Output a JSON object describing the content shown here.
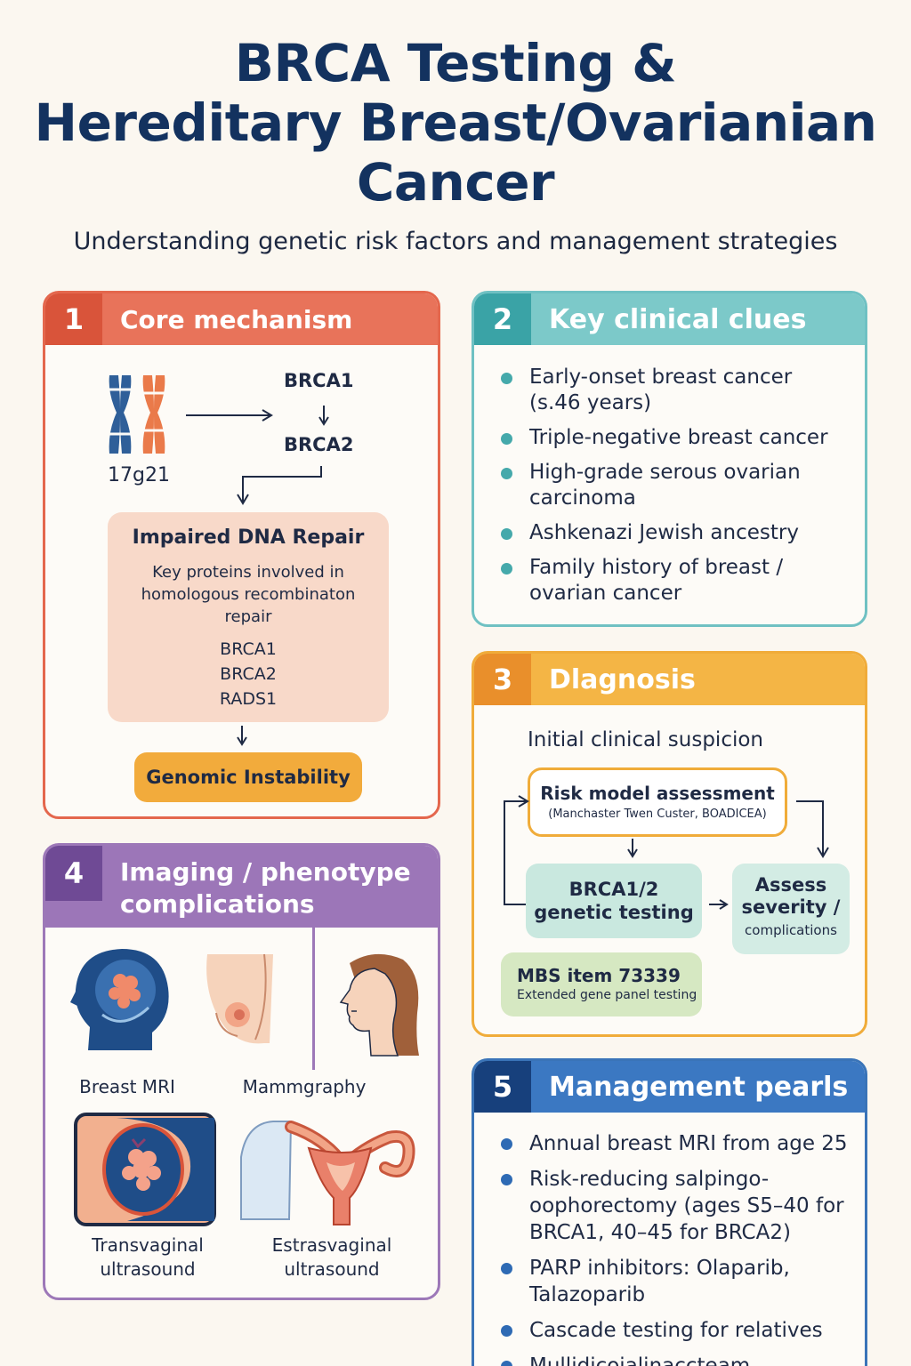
{
  "header": {
    "title_line1": "BRCA Testing &",
    "title_line2": "Hereditary Breast/Ovarianian",
    "title_line3": "Cancer",
    "subtitle": "Understanding genetic risk factors and management strategies"
  },
  "colors": {
    "mechanism": "#e8735a",
    "clues": "#7cc9c9",
    "diagnosis": "#f4b545",
    "imaging": "#9c76b8",
    "management": "#3b78c2",
    "title": "#13325f"
  },
  "mechanism": {
    "number": "1",
    "title": "Core mechanism",
    "icon": "chromosome-icon",
    "locus": "17g21",
    "gene1": "BRCA1",
    "gene2": "BRCA2",
    "repair_title": "Impaired DNA Repair",
    "repair_desc": "Key proteins involved in homologous recombinaton repair",
    "proteins": [
      "BRCA1",
      "BRCA2",
      "RADS1"
    ],
    "outcome": "Genomic Instability"
  },
  "clues": {
    "number": "2",
    "title": "Key clinical clues",
    "items": [
      "Early-onset breast cancer (s.46 years)",
      "Triple-negative breast cancer",
      "High-grade serous ovarian carcinoma",
      "Ashkenazi Jewish ancestry",
      "Family history of breast / ovarian cancer"
    ]
  },
  "diagnosis": {
    "number": "3",
    "title": "Dlagnosis",
    "suspicion": "Initial clinical suspicion",
    "risk_title": "Risk model assessment",
    "risk_sub": "(Manchaster  Twen Custer, BOADICEA)",
    "genetic_line1": "BRCA1/2",
    "genetic_line2": "genetic testing",
    "severity_title": "Assess severity /",
    "severity_sub": "complications",
    "mbs_title": "MBS item 73339",
    "mbs_sub": "Extended gene panel testing"
  },
  "imaging": {
    "number": "4",
    "title_line1": "Imaging / phenotype",
    "title_line2": "complications",
    "labels": {
      "mri": "Breast MRI",
      "mammo": "Mammgraphy",
      "tvus1": "Transvaginal ultrasound",
      "tvus2": "Estrasvaginal ultrasound"
    },
    "icons": [
      "head-mri-icon",
      "breast-icon",
      "face-profile-icon",
      "ultrasound-scan-icon",
      "uterus-icon"
    ]
  },
  "management": {
    "number": "5",
    "title": "Management pearls",
    "items": [
      "Annual breast MRI from age 25",
      "Risk-reducing salpingo-oophorectomy (ages S5–40 for BRCA1, 40–45 for BRCA2)",
      "PARP inhibitors: Olaparib, Talazoparib",
      "Cascade testing for relatives",
      "Mullidicoialinaccteam"
    ]
  }
}
